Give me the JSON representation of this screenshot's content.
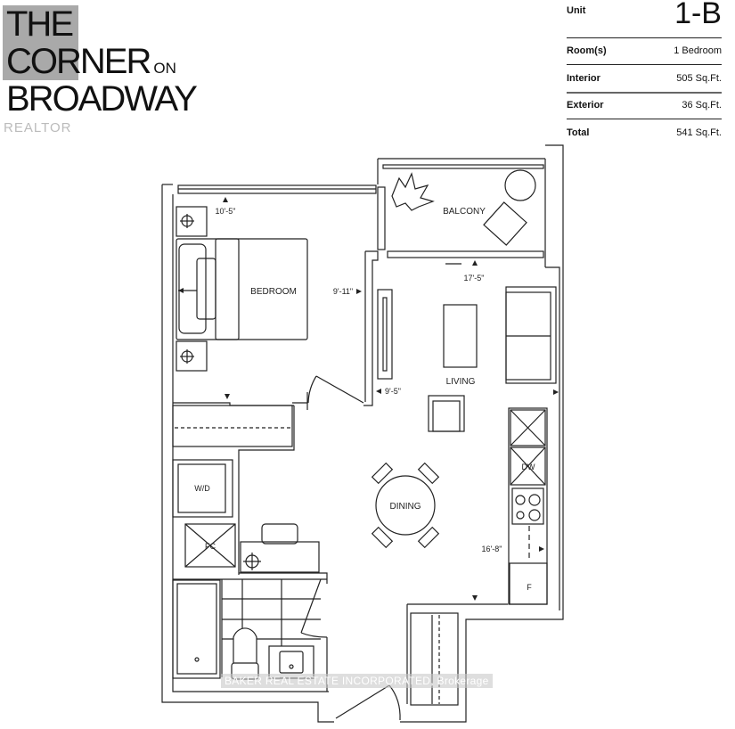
{
  "logo": {
    "line1": "THE",
    "line2": "CORNER",
    "line2_suffix": "ON",
    "line3": "BROADWAY",
    "badge": "REALTOR"
  },
  "spec": {
    "unit_label": "Unit",
    "unit_value": "1-B",
    "rows": [
      {
        "label": "Room(s)",
        "value": "1 Bedroom"
      },
      {
        "label": "Interior",
        "value": "505 Sq.Ft."
      },
      {
        "label": "Exterior",
        "value": "36 Sq.Ft."
      },
      {
        "label": "Total",
        "value": "541 Sq.Ft."
      }
    ]
  },
  "plan": {
    "rooms": {
      "bedroom": "BEDROOM",
      "balcony": "BALCONY",
      "living": "LIVING",
      "dining": "DINING",
      "washer_dryer": "W/D",
      "fan_coil": "FC",
      "dishwasher": "DW",
      "fridge": "F"
    },
    "dimensions": {
      "bedroom_width": "10'-5\"",
      "bedroom_depth": "9'-11\"",
      "living_width": "17'-5\"",
      "living_depth": "9'-5\"",
      "kitchen_length": "16'-8\""
    }
  },
  "watermark": "BAKER REAL ESTATE INCORPORATED, Brokerage"
}
